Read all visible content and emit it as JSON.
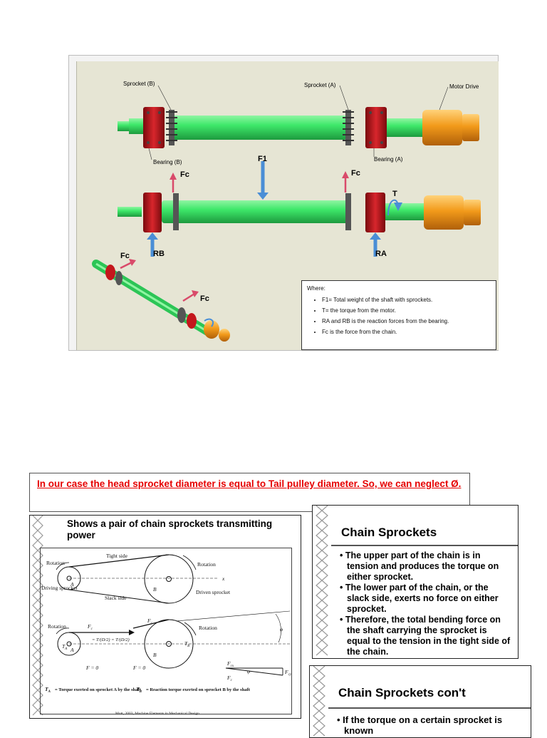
{
  "figure1": {
    "labels": {
      "sprocket_b": "Sprocket (B)",
      "sprocket_a": "Sprocket (A)",
      "motor_drive": "Motor Drive",
      "bearing_b": "Bearing (B)",
      "bearing_a": "Bearing (A)",
      "f1": "F1",
      "fc": "Fc",
      "t": "T",
      "rb": "RB",
      "ra": "RA"
    },
    "where": {
      "title": "Where:",
      "items": [
        "F1= Total weight of the shaft with sprockets.",
        "T= the torque from the motor.",
        "RA and RB is the reaction forces from the bearing.",
        "Fc is the force from the chain."
      ]
    },
    "colors": {
      "shaft": "#3ee86a",
      "bearing": "#c4161c",
      "motor": "#f29a1a",
      "arrow_blue": "#4a8ed6",
      "arrow_red": "#d94a6a"
    }
  },
  "note": {
    "text": "In our case the head sprocket diameter is equal to Tail pulley diameter. So, we can neglect Ø."
  },
  "figure2": {
    "heading": "Shows a pair of chain sprockets transmitting power",
    "labels": {
      "rotation": "Rotation",
      "tight_side": "Tight side",
      "slack_side": "Slack side",
      "driving_sprocket": "Driving sprocket",
      "driven_sprocket": "Driven sprocket",
      "a": "A",
      "b": "B",
      "x": "x",
      "fc": "F",
      "fc_sub": "c",
      "ta": "T",
      "ta_sub": "A",
      "tb": "T",
      "tb_sub": "B",
      "f_zero": "F = 0",
      "phi": "φ",
      "fcx": "F",
      "fcx_sub": "cx",
      "fcy": "F",
      "fcy_sub": "cy",
      "ta_caption": "= Torque exerted on sprocket A by the shaft",
      "tb_caption": "= Reaction torque exerted on sprocket B by the shaft",
      "credit": "Mott, 2003, Machine Elements in Mechanical Design"
    }
  },
  "slide1": {
    "title": "Chain Sprockets",
    "bullets": [
      "• The upper part of the chain is in tension and produces the torque on either sprocket.",
      "• The lower part of the chain, or the slack side, exerts no force on either sprocket.",
      "• Therefore, the total bending force on the shaft carrying the sprocket is equal to the tension in the tight side of the chain."
    ]
  },
  "slide2": {
    "title": "Chain Sprockets con't",
    "bullets": [
      "• If the torque on a certain sprocket is known"
    ]
  }
}
